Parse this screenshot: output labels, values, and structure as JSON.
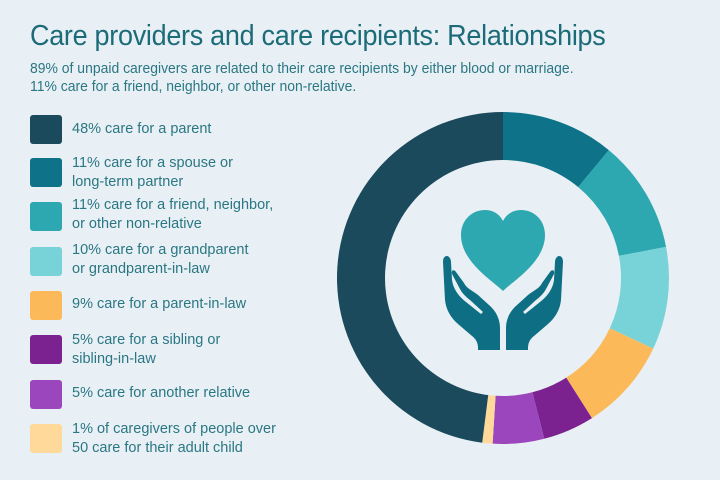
{
  "header": {
    "title": "Care providers and care recipients: Relationships",
    "subtitle_line1": "89% of unpaid caregivers are related to their care recipients by either blood or marriage.",
    "subtitle_line2": "11% care for a friend, neighbor, or other non-relative."
  },
  "legend": {
    "items": [
      {
        "line1": "48% care for a parent",
        "line2": "",
        "color": "#1b4a5c"
      },
      {
        "line1": "11% care for a spouse or",
        "line2": "long-term partner",
        "color": "#0e7389"
      },
      {
        "line1": "11% care for a friend, neighbor,",
        "line2": "or other non-relative",
        "color": "#2ea8b0"
      },
      {
        "line1": "10% care for a grandparent",
        "line2": "or grandparent-in-law",
        "color": "#78d3d9"
      },
      {
        "line1": "9% care for a parent-in-law",
        "line2": "",
        "color": "#fcb95a"
      },
      {
        "line1": "5% care for a sibling or",
        "line2": "sibling-in-law",
        "color": "#7b2290"
      },
      {
        "line1": "5% care for another relative",
        "line2": "",
        "color": "#9b46bd"
      },
      {
        "line1": "1% of caregivers of people over",
        "line2": "50 care for their adult child",
        "color": "#fed999"
      }
    ]
  },
  "icon": {
    "name": "heart-in-hands-icon",
    "heart_color": "#2ea8b0",
    "hands_color": "#0e6f84"
  },
  "chart_data": {
    "type": "pie",
    "variant": "donut",
    "title": "Care providers and care recipients: Relationships",
    "subtitle": "89% of unpaid caregivers are related to their care recipients by either blood or marriage. 11% care for a friend, neighbor, or other non-relative.",
    "start_angle": "12 o'clock, clockwise",
    "categories": [
      "Spouse or long-term partner",
      "Friend, neighbor, or other non-relative",
      "Grandparent or grandparent-in-law",
      "Parent-in-law",
      "Sibling or sibling-in-law",
      "Another relative",
      "Adult child (caregivers of people over 50)",
      "Parent"
    ],
    "values": [
      11,
      11,
      10,
      9,
      5,
      5,
      1,
      48
    ],
    "colors": [
      "#0e7389",
      "#2ea8b0",
      "#78d3d9",
      "#fcb95a",
      "#7b2290",
      "#9b46bd",
      "#fed999",
      "#1b4a5c"
    ],
    "unit": "%",
    "legend_position": "left",
    "center_icon": "heart held by two hands"
  }
}
